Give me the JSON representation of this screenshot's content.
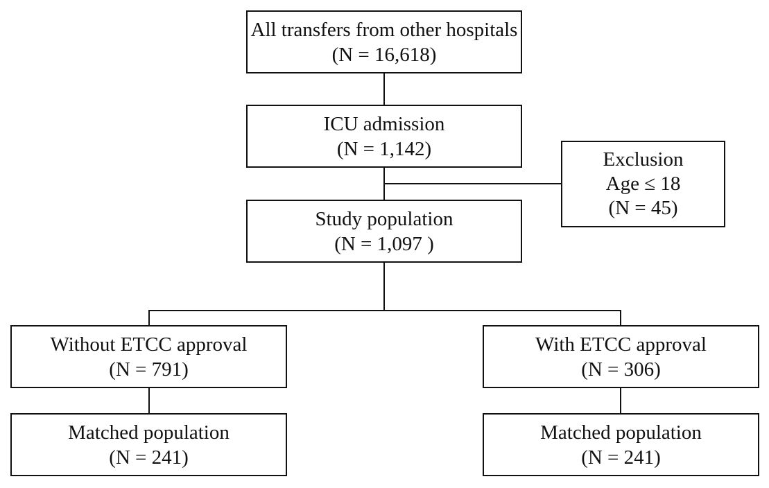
{
  "flowchart": {
    "all_transfers": {
      "title": "All transfers from other hospitals",
      "count": "(N = 16,618)"
    },
    "icu_admission": {
      "title": "ICU admission",
      "count": "(N = 1,142)"
    },
    "exclusion": {
      "title": "Exclusion",
      "criterion": "Age ≤ 18",
      "count": "(N = 45)"
    },
    "study_population": {
      "title": "Study population",
      "count": "(N = 1,097 )"
    },
    "without_etcc": {
      "title": "Without ETCC approval",
      "count": "(N = 791)"
    },
    "with_etcc": {
      "title": "With ETCC approval",
      "count": "(N = 306)"
    },
    "matched_without": {
      "title": "Matched population",
      "count": "(N = 241)"
    },
    "matched_with": {
      "title": "Matched population",
      "count": "(N = 241)"
    }
  }
}
